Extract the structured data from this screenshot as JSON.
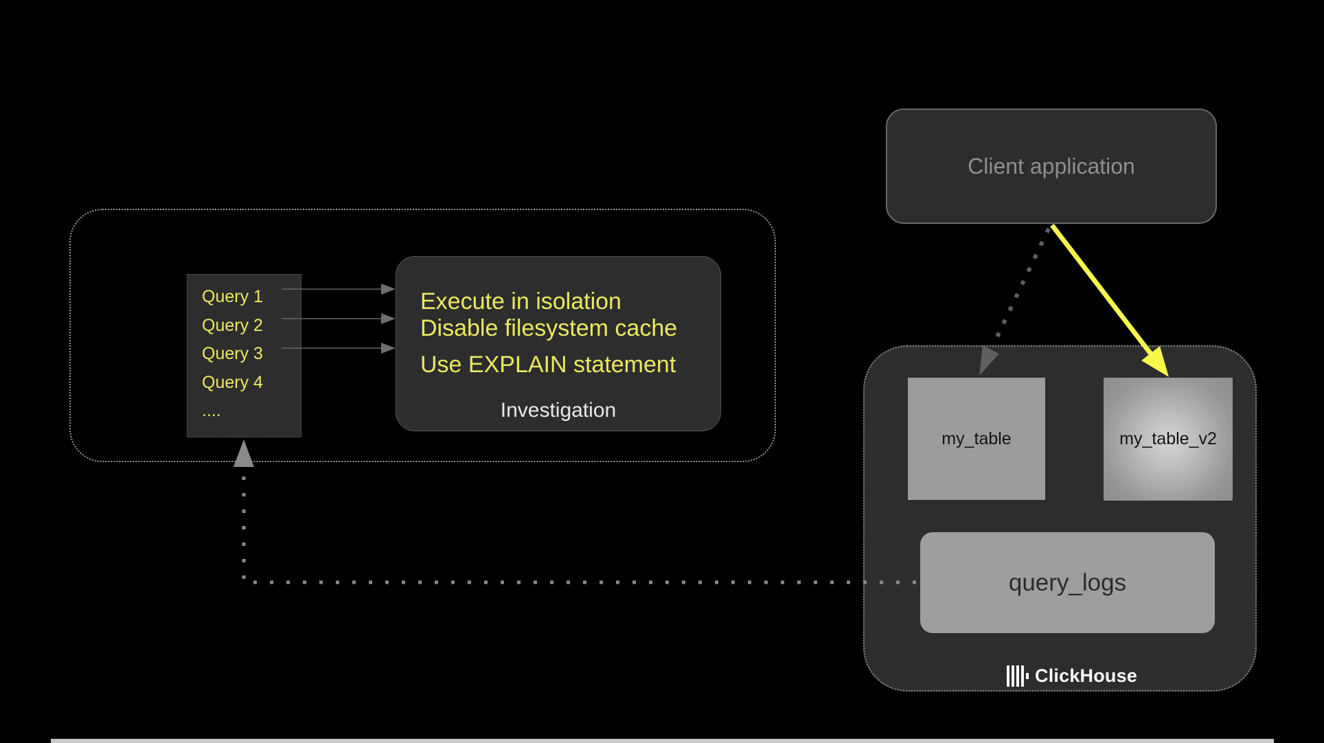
{
  "colors": {
    "background": "#000000",
    "panel_dark": "#2d2d2d",
    "panel_border": "#696969",
    "muted_text": "#8f8f8f",
    "yellow_text": "#ebe95f",
    "accent_yellow": "#f7f74d",
    "arrow_gray": "#666666",
    "dot_gray": "#8a8a8a",
    "dark_dot_gray": "#5f5f5f",
    "table_gray": "#9c9c9c",
    "logs_gray": "#9e9e9e",
    "table_text": "#141414",
    "logs_text": "#2c2c2c",
    "white_text": "#fafafa",
    "bottom_strip": "#c9c9c9"
  },
  "client_application": {
    "label": "Client application"
  },
  "query_list": {
    "items": [
      "Query 1",
      "Query 2",
      "Query 3",
      "Query 4",
      "...."
    ]
  },
  "investigation": {
    "notes": [
      "Execute in isolation",
      "Disable filesystem cache",
      "Use EXPLAIN statement"
    ],
    "label": "Investigation"
  },
  "clickhouse": {
    "table_1": "my_table",
    "table_2": "my_table_v2",
    "logs": "query_logs",
    "brand": "ClickHouse"
  }
}
